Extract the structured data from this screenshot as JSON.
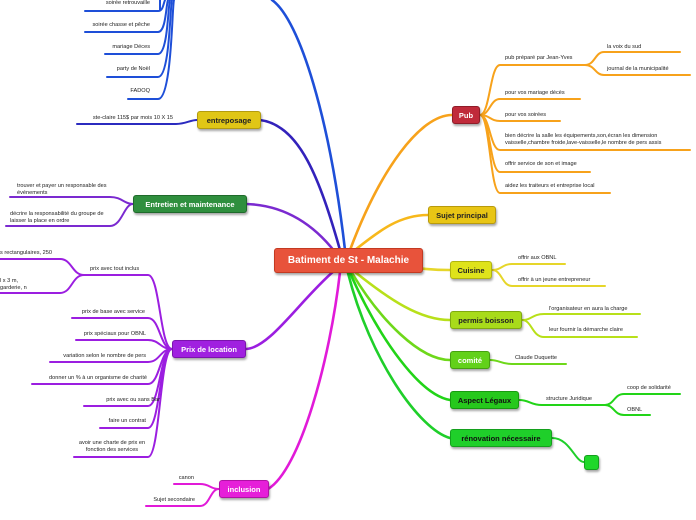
{
  "central": {
    "label": "Batiment de St - Malachie",
    "color": "#e8533b"
  },
  "top_left_leaves": [
    "soirée retrouvaille",
    "soirée chasse et pêche",
    "mariage Déces",
    "party de Noël",
    "FADOQ"
  ],
  "entreposage": {
    "label": "entreposage",
    "leaves": [
      "ste-claire 115$ par mois  10 X 15"
    ]
  },
  "entretien": {
    "label": "Entretien et maintenance",
    "leaves": [
      "trouver et payer un responsable des événements",
      "décrire la responsabilité du groupe de laisser la place en ordre"
    ]
  },
  "prix": {
    "label": "Prix de location",
    "sub": {
      "label": "prix avec tout inclus",
      "leaves": [
        "s rectangulaires,  250",
        "l x 3 m, garderie, n"
      ]
    },
    "leaves": [
      "prix de base avec service",
      "prix spéciaux pour OBNL",
      "variation selon le nombre de pers",
      "donner un % à un organisme de charité",
      "prix avec ou sans Bar",
      "faire un contrat",
      "avoir une charte de prix en fonction des services"
    ]
  },
  "inclusion": {
    "label": "inclusion",
    "leaves": [
      "canon",
      "Sujet secondaire"
    ]
  },
  "pub": {
    "label": "Pub",
    "sub": {
      "label": "pub préparé par Jean-Yves",
      "leaves": [
        "la voix du sud",
        "journal de la municipalité"
      ]
    },
    "leaves": [
      "pour vos mariage décès",
      "pour vos soirées",
      "bien décrire la salle les équipements,son,écran les dimension vaisselle,chambre froide,lave-vaisselle,le nombre de pers assis",
      "offrir service de son et image",
      "aidez les traiteurs et entreprise local"
    ]
  },
  "sujet_principal": {
    "label": "Sujet principal"
  },
  "cuisine": {
    "label": "Cuisine",
    "leaves": [
      "offrir aux OBNL",
      "offrir à un jeune entrepreneur"
    ]
  },
  "permis": {
    "label": "permis boisson",
    "leaves": [
      "l'organisateur en aura la charge",
      "leur fournir la démarche claire"
    ]
  },
  "comite": {
    "label": "comité",
    "leaves": [
      "Claude Duquette"
    ]
  },
  "legaux": {
    "label": "Aspect Légaux",
    "sub": {
      "label": "structure Juridique",
      "leaves": [
        "coop de solidarité",
        "OBNL"
      ]
    }
  },
  "renovation": {
    "label": "rénovation nécessaire"
  },
  "colors": {
    "blue": "#1e4fd8",
    "navy": "#2b2bbf",
    "purple": "#8a2be2",
    "magenta": "#e11ad8",
    "orange": "#f7a21b",
    "yellow": "#e6d62a",
    "lime": "#a6e01a",
    "green": "#22d418"
  }
}
